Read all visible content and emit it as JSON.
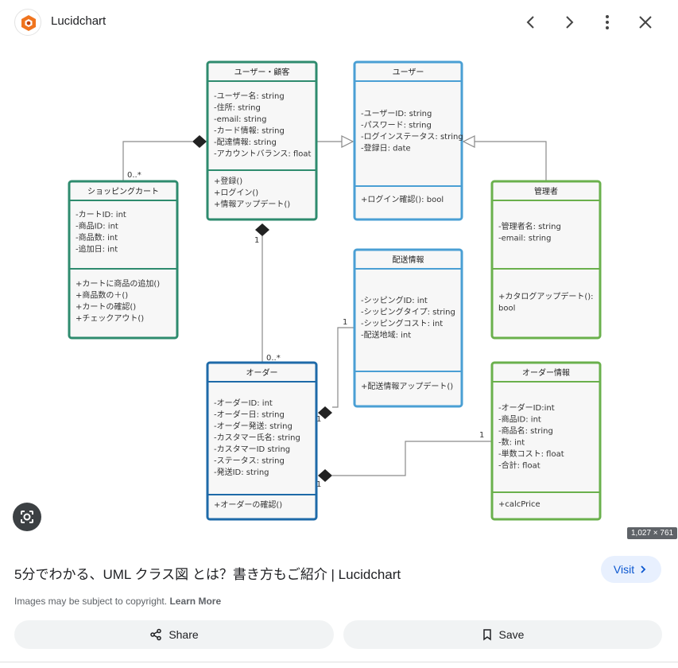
{
  "topbar": {
    "brand": "Lucidchart",
    "logo_icon": "lucidchart-logo-icon",
    "buttons": [
      "chevron-left-icon",
      "chevron-right-icon",
      "more-vert-icon",
      "close-icon"
    ]
  },
  "diagram": {
    "classes": {
      "customer": {
        "title": "ユーザー・顧客",
        "attrs": [
          "-ユーザー名: string",
          "-住所: string",
          "-email: string",
          "-カード情報: string",
          "-配達情報: string",
          "-アカウントバランス: float"
        ],
        "methods": [
          "+登録()",
          "+ログイン()",
          "+情報アップデート()"
        ]
      },
      "user": {
        "title": "ユーザー",
        "attrs": [
          "-ユーザーID: string",
          "-パスワード: string",
          "-ログインステータス: string",
          "-登録日: date"
        ],
        "methods": [
          "+ログイン確認(): bool"
        ]
      },
      "cart": {
        "title": "ショッピングカート",
        "attrs": [
          "-カートID: int",
          "-商品ID: int",
          "-商品数: int",
          "-追加日: int"
        ],
        "methods": [
          "+カートに商品の追加()",
          "+商品数の＋()",
          "+カートの確認()",
          "+チェックアウト()"
        ]
      },
      "admin": {
        "title": "管理者",
        "attrs": [
          "-管理者名: string",
          "-email: string"
        ],
        "methods": [
          "+カタログアップデート():",
          "bool"
        ]
      },
      "shipping": {
        "title": "配送情報",
        "attrs": [
          "-シッピングID: int",
          "-シッピングタイプ: string",
          "-シッピングコスト: int",
          "-配送地域: int"
        ],
        "methods": [
          "+配送情報アップデート()"
        ]
      },
      "order": {
        "title": "オーダー",
        "attrs": [
          "-オーダーID: int",
          "-オーダー日: string",
          "-オーダー発送: string",
          "-カスタマー氏名: string",
          "-カスタマーID string",
          "-ステータス: string",
          "-発送ID: string"
        ],
        "methods": [
          "+オーダーの確認()"
        ]
      },
      "order_detail": {
        "title": "オーダー情報",
        "attrs": [
          "-オーダーID:int",
          "-商品ID: int",
          "-商品名: string",
          "-数: int",
          "-単数コスト: float",
          "-合計: float"
        ],
        "methods": [
          "+calcPrice"
        ]
      }
    },
    "multiplicities": {
      "cart_customer": "0..*",
      "customer_order": "1",
      "order_customer": "0..*",
      "shipping_order": "1",
      "order_shipping": "1",
      "detail_order": "1",
      "order_detail": "1"
    },
    "colors": {
      "teal": "#2e8b6e",
      "blue": "#4a9fd4",
      "navy": "#1e6aa8",
      "green": "#6ab04c"
    }
  },
  "image_info": {
    "dimensions": "1,027 × 761"
  },
  "result": {
    "title": "5分でわかる、UML クラス図 とは？書き方もご紹介 | Lucidchart",
    "visit_label": "Visit",
    "copyright_text": "Images may be subject to copyright.",
    "learn_more": "Learn More",
    "share_label": "Share",
    "save_label": "Save"
  }
}
